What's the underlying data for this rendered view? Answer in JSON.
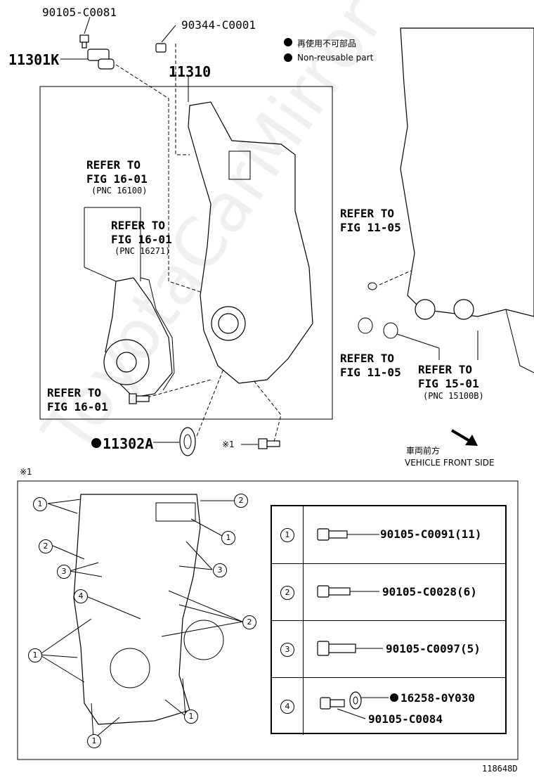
{
  "parts": {
    "p90105_c0081": "90105-C0081",
    "p90344_c0001": "90344-C0001",
    "p11301k": "11301K",
    "p11310": "11310",
    "p11302a": "11302A"
  },
  "legend": {
    "jp": "再使用不可部品",
    "en": "Non-reusable part"
  },
  "refs": {
    "r16_01_a_line1": "REFER TO",
    "r16_01_a_line2": "FIG 16-01",
    "r16_01_a_pnc": "(PNC 16100)",
    "r16_01_b_line1": "REFER TO",
    "r16_01_b_line2": "FIG 16-01",
    "r16_01_b_pnc": "(PNC 16271)",
    "r11_05_a_line1": "REFER TO",
    "r11_05_a_line2": "FIG 11-05",
    "r11_05_b_line1": "REFER TO",
    "r11_05_b_line2": "FIG 11-05",
    "r15_01_line1": "REFER TO",
    "r15_01_line2": "FIG 15-01",
    "r15_01_pnc": "(PNC 15100B)",
    "r16_01_c_line1": "REFER TO",
    "r16_01_c_line2": "FIG 16-01"
  },
  "note_marker": "※1",
  "note_marker_detail": "※1",
  "direction": {
    "jp": "車両前方",
    "en": "VEHICLE FRONT SIDE"
  },
  "bolt_table": [
    {
      "num": "1",
      "part": "90105-C0091(11)"
    },
    {
      "num": "2",
      "part": "90105-C0028(6)"
    },
    {
      "num": "3",
      "part": "90105-C0097(5)"
    },
    {
      "num": "4",
      "part": "16258-0Y030",
      "part2": "90105-C0084"
    }
  ],
  "detail_callouts": [
    "1",
    "2",
    "1",
    "2",
    "3",
    "3",
    "4",
    "2",
    "1",
    "1",
    "1"
  ],
  "watermark": "ToyotaCarMirror",
  "figure_id": "118648D"
}
